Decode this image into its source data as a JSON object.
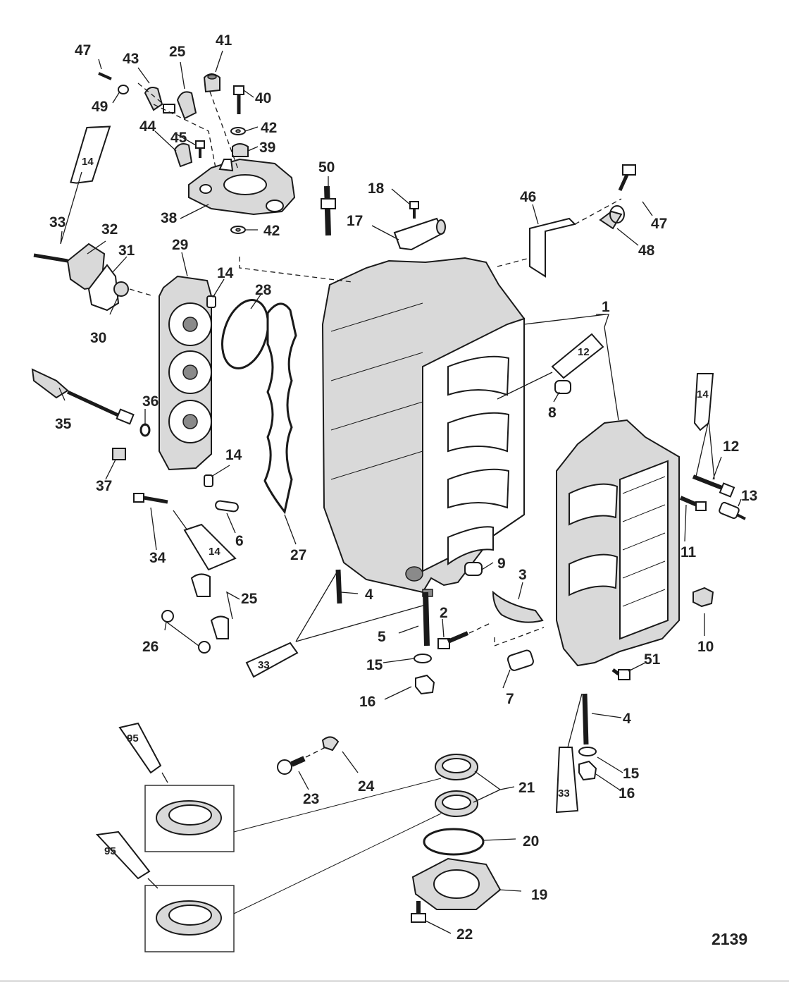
{
  "diagram": {
    "drawing_number": "2139",
    "callouts": [
      "1",
      "2",
      "3",
      "4",
      "4",
      "5",
      "6",
      "7",
      "8",
      "9",
      "10",
      "11",
      "12",
      "13",
      "14",
      "14",
      "14",
      "15",
      "15",
      "16",
      "16",
      "17",
      "18",
      "19",
      "20",
      "21",
      "22",
      "23",
      "24",
      "25",
      "25",
      "26",
      "27",
      "28",
      "29",
      "30",
      "31",
      "32",
      "33",
      "34",
      "35",
      "36",
      "37",
      "38",
      "39",
      "40",
      "41",
      "42",
      "42",
      "43",
      "44",
      "45",
      "46",
      "47",
      "47",
      "48",
      "49",
      "50",
      "51"
    ],
    "tube_labels": [
      "14",
      "14",
      "14",
      "12",
      "33",
      "33",
      "95",
      "95"
    ]
  }
}
